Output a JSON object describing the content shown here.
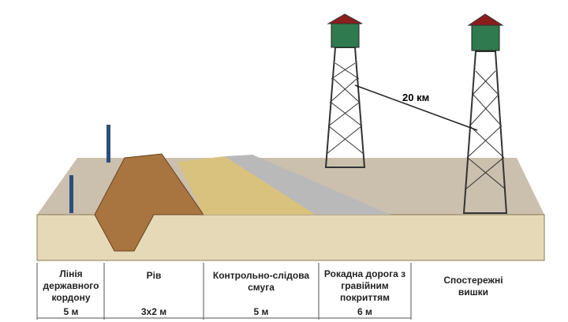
{
  "distance_label": "20 км",
  "zones": [
    {
      "label": "Лінія державного кордону",
      "width": "5 м"
    },
    {
      "label": "Рів",
      "width": "3х2 м"
    },
    {
      "label": "Контрольно-слідова смуга",
      "width": "5 м"
    },
    {
      "label": "Рокадна дорога з гравійним покриттям",
      "width": "6 м"
    },
    {
      "label": "Спостережні вишки",
      "width": ""
    }
  ],
  "colors": {
    "ground_front": "#e6d9b8",
    "ground_top": "#cbbfae",
    "ditch": "#a8743f",
    "strip": "#d8c27e",
    "road": "#b9b9b9",
    "tower": "#333333",
    "cabin": "#2f7a4e",
    "roof": "#8b1d1d"
  }
}
